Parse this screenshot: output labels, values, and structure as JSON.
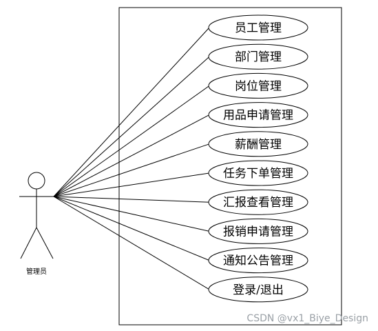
{
  "actor": {
    "label": "管理员"
  },
  "use_cases": [
    {
      "label": "员工管理"
    },
    {
      "label": "部门管理"
    },
    {
      "label": "岗位管理"
    },
    {
      "label": "用品申请管理"
    },
    {
      "label": "薪酬管理"
    },
    {
      "label": "任务下单管理"
    },
    {
      "label": "汇报查看管理"
    },
    {
      "label": "报销申请管理"
    },
    {
      "label": "通知公告管理"
    },
    {
      "label": "登录/退出"
    }
  ],
  "watermark": "CSDN @vx1_Biye_Design"
}
